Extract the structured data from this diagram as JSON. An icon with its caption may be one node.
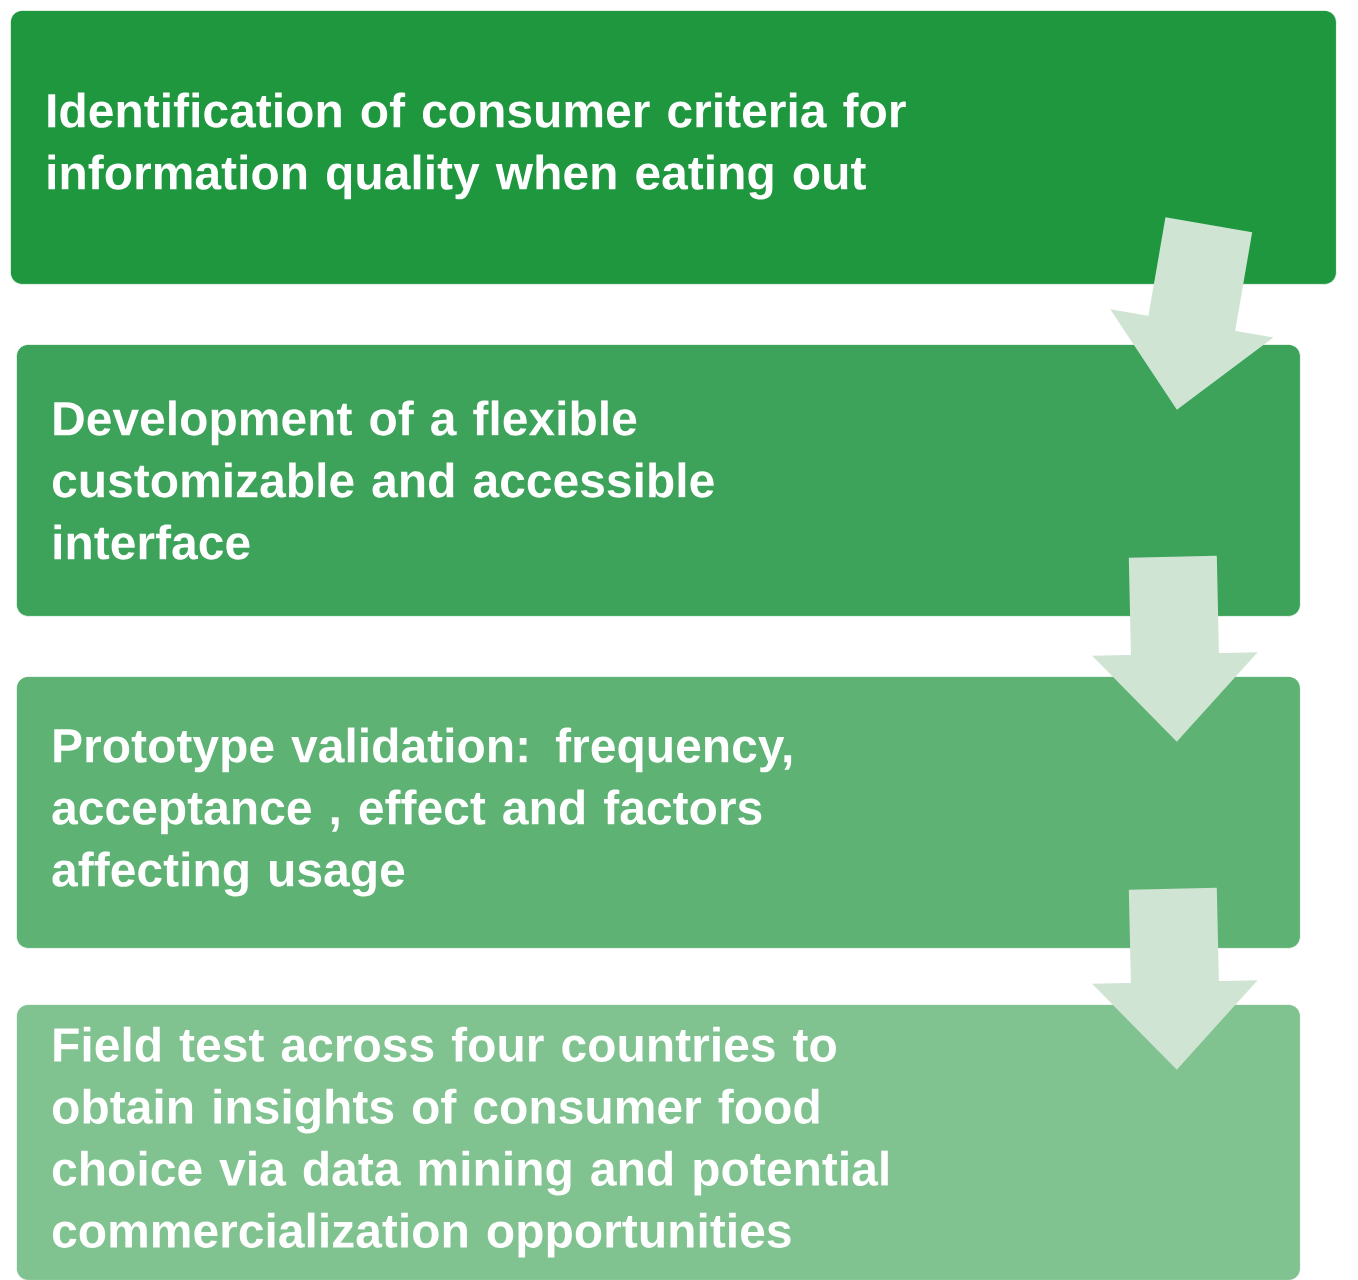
{
  "diagram": {
    "nodes": [
      {
        "text": [
          "Identification of consumer criteria for information quality when eating out"
        ]
      },
      {
        "text": [
          "Development of a flexible customizable and accessible interface"
        ]
      },
      {
        "text": [
          "Prototype validation: frequency, acceptance , effect and factors affecting usage"
        ]
      },
      {
        "text": [
          "Field test across four countries to obtain insights of  consumer food choice via data mining and potential commercialization opportunities"
        ]
      }
    ],
    "edges": [
      {
        "from": 0,
        "to": 1,
        "arrow": "to"
      },
      {
        "from": 1,
        "to": 2,
        "arrow": "to"
      },
      {
        "from": 2,
        "to": 3,
        "arrow": "to"
      }
    ]
  }
}
